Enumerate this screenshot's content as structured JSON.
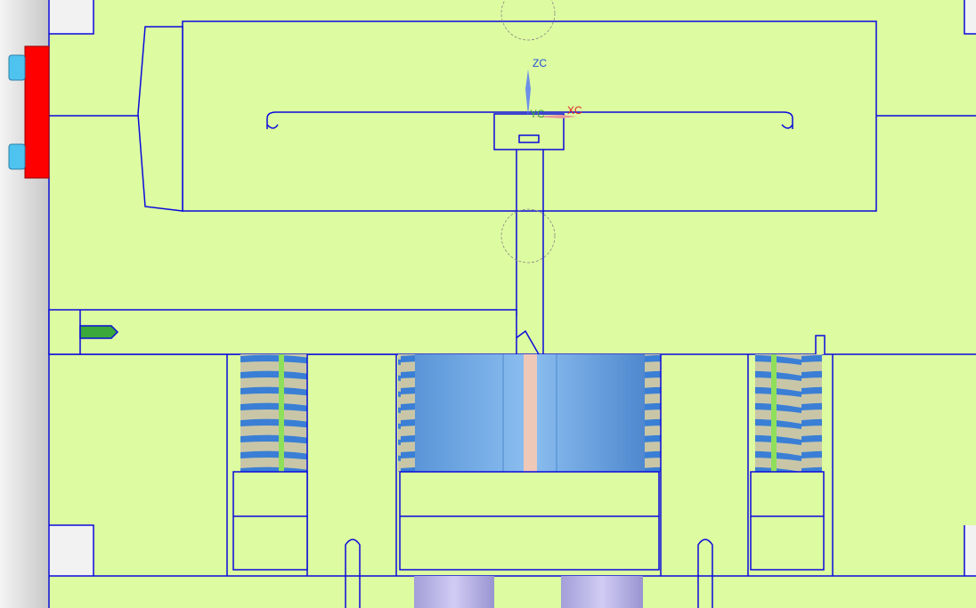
{
  "viewport": {
    "axes": {
      "z_label": "ZC",
      "y_label": "YC",
      "x_label": "XC"
    },
    "colors": {
      "part_fill": "#ddfba0",
      "edge": "#0a0adc",
      "background": "#e8e8e8",
      "red_block": "#ff0000",
      "pin": "#4fc3ef",
      "spring": "#3a7fd5",
      "cylinder": "#6aa6e6",
      "bottom_cylinder": "#b8b4e8"
    }
  }
}
